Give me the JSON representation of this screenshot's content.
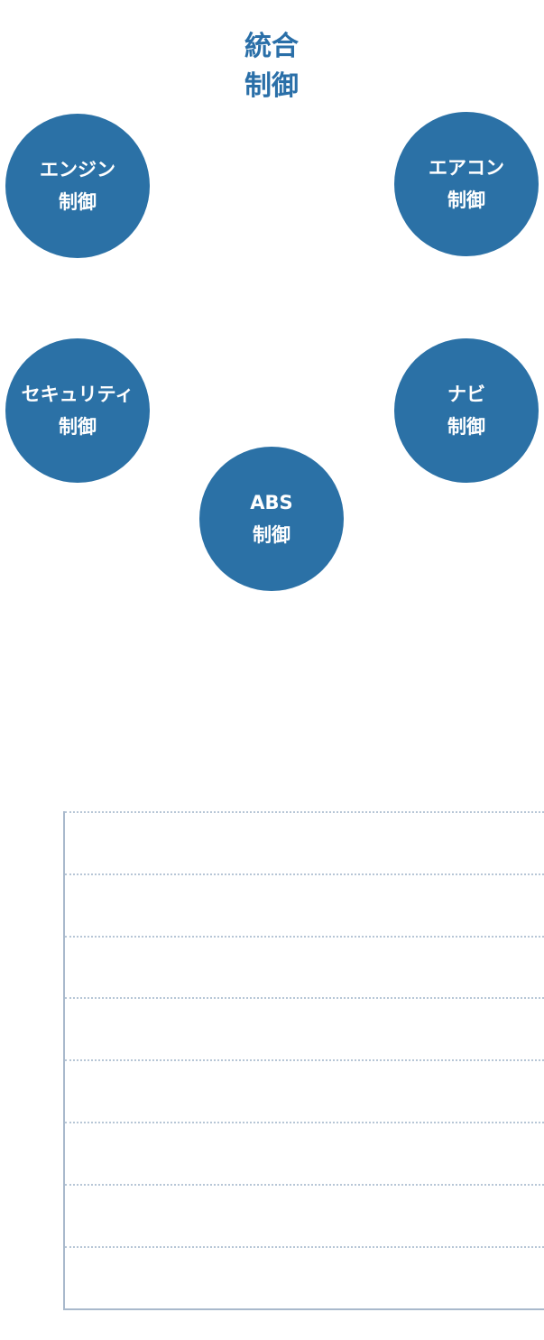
{
  "diagram": {
    "center": {
      "line1": "統合",
      "line2": "制御"
    },
    "nodes": [
      {
        "id": "engine",
        "line1": "エンジン",
        "line2": "制御"
      },
      {
        "id": "aircon",
        "line1": "エアコン",
        "line2": "制御"
      },
      {
        "id": "security",
        "line1": "セキュリティ",
        "line2": "制御"
      },
      {
        "id": "navi",
        "line1": "ナビ",
        "line2": "制御"
      },
      {
        "id": "abs",
        "line1": "ABS",
        "line2": "制御"
      }
    ],
    "colors": {
      "node_fill": "#2b71a6",
      "center_text": "#2a6fa8",
      "node_text": "#ffffff"
    }
  },
  "empty_chart": {
    "gridline_count": 8,
    "colors": {
      "axis": "#a9b9cc",
      "gridline": "#b7c6d6"
    }
  }
}
